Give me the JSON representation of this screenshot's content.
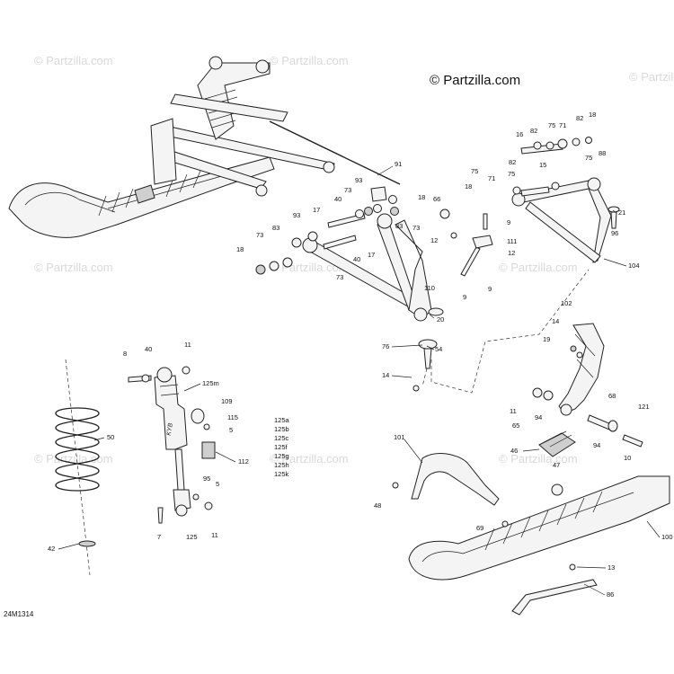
{
  "brand": "© Partzilla.com",
  "watermark": "© Partzilla.com",
  "diagram_code": "24M1314",
  "callouts": [
    {
      "id": "c91",
      "text": "91"
    },
    {
      "id": "c93a",
      "text": "93"
    },
    {
      "id": "c73a",
      "text": "73"
    },
    {
      "id": "c18a",
      "text": "18"
    },
    {
      "id": "c40a",
      "text": "40"
    },
    {
      "id": "c17a",
      "text": "17"
    },
    {
      "id": "c83a",
      "text": "83"
    },
    {
      "id": "c73b",
      "text": "73"
    },
    {
      "id": "c93b",
      "text": "93"
    },
    {
      "id": "c73c",
      "text": "73"
    },
    {
      "id": "c83b",
      "text": "83"
    },
    {
      "id": "c18b",
      "text": "18"
    },
    {
      "id": "c17b",
      "text": "17"
    },
    {
      "id": "c40b",
      "text": "40"
    },
    {
      "id": "c73d",
      "text": "73"
    },
    {
      "id": "c12a",
      "text": "12"
    },
    {
      "id": "c66",
      "text": "66"
    },
    {
      "id": "c75a",
      "text": "75"
    },
    {
      "id": "c18c",
      "text": "18"
    },
    {
      "id": "c71a",
      "text": "71"
    },
    {
      "id": "c9a",
      "text": "9"
    },
    {
      "id": "c111",
      "text": "111"
    },
    {
      "id": "c12b",
      "text": "12"
    },
    {
      "id": "c110",
      "text": "110"
    },
    {
      "id": "c9b",
      "text": "9"
    },
    {
      "id": "c9c",
      "text": "9"
    },
    {
      "id": "c20",
      "text": "20"
    },
    {
      "id": "c76",
      "text": "76"
    },
    {
      "id": "c54",
      "text": "54"
    },
    {
      "id": "c14a",
      "text": "14"
    },
    {
      "id": "c16",
      "text": "16"
    },
    {
      "id": "c82a",
      "text": "82"
    },
    {
      "id": "c75b",
      "text": "75"
    },
    {
      "id": "c71b",
      "text": "71"
    },
    {
      "id": "c82b",
      "text": "82"
    },
    {
      "id": "c18d",
      "text": "18"
    },
    {
      "id": "c75c",
      "text": "75"
    },
    {
      "id": "c88",
      "text": "88"
    },
    {
      "id": "c82c",
      "text": "82"
    },
    {
      "id": "c15",
      "text": "15"
    },
    {
      "id": "c75d",
      "text": "75"
    },
    {
      "id": "c21",
      "text": "21"
    },
    {
      "id": "c96",
      "text": "96"
    },
    {
      "id": "c104",
      "text": "104"
    },
    {
      "id": "c102",
      "text": "102"
    },
    {
      "id": "c14b",
      "text": "14"
    },
    {
      "id": "c19",
      "text": "19"
    },
    {
      "id": "c11a",
      "text": "11"
    },
    {
      "id": "c65",
      "text": "65"
    },
    {
      "id": "c94a",
      "text": "94"
    },
    {
      "id": "c68",
      "text": "68"
    },
    {
      "id": "c121",
      "text": "121"
    },
    {
      "id": "c94b",
      "text": "94"
    },
    {
      "id": "c10",
      "text": "10"
    },
    {
      "id": "c8",
      "text": "8"
    },
    {
      "id": "c40c",
      "text": "40"
    },
    {
      "id": "c11b",
      "text": "11"
    },
    {
      "id": "c125m",
      "text": "125m"
    },
    {
      "id": "c109",
      "text": "109"
    },
    {
      "id": "c115",
      "text": "115"
    },
    {
      "id": "c5a",
      "text": "5"
    },
    {
      "id": "c125a",
      "text": "125a"
    },
    {
      "id": "c125b",
      "text": "125b"
    },
    {
      "id": "c125c",
      "text": "125c"
    },
    {
      "id": "c125f",
      "text": "125f"
    },
    {
      "id": "c125g",
      "text": "125g"
    },
    {
      "id": "c125h",
      "text": "125h"
    },
    {
      "id": "c125k",
      "text": "125k"
    },
    {
      "id": "c112",
      "text": "112"
    },
    {
      "id": "c50",
      "text": "50"
    },
    {
      "id": "c95",
      "text": "95"
    },
    {
      "id": "c5b",
      "text": "5"
    },
    {
      "id": "c7",
      "text": "7"
    },
    {
      "id": "c125",
      "text": "125"
    },
    {
      "id": "c11c",
      "text": "11"
    },
    {
      "id": "c42",
      "text": "42"
    },
    {
      "id": "c101",
      "text": "101"
    },
    {
      "id": "c48",
      "text": "48"
    },
    {
      "id": "c46",
      "text": "46"
    },
    {
      "id": "c47",
      "text": "47"
    },
    {
      "id": "c69",
      "text": "69"
    },
    {
      "id": "c100",
      "text": "100"
    },
    {
      "id": "c13",
      "text": "13"
    },
    {
      "id": "c86",
      "text": "86"
    }
  ]
}
